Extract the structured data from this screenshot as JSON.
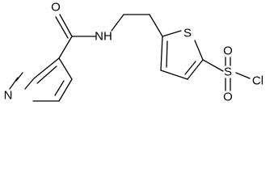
{
  "structure": {
    "labels": {
      "carbonyl_oxygen": "O",
      "amide_nh": "NH",
      "ring_sulfur": "S",
      "sulfonyl_oxygen_top": "O",
      "sulfonyl_oxygen_bottom": "O",
      "chlorine": "Cl",
      "pyridine_nitrogen": "N"
    }
  }
}
